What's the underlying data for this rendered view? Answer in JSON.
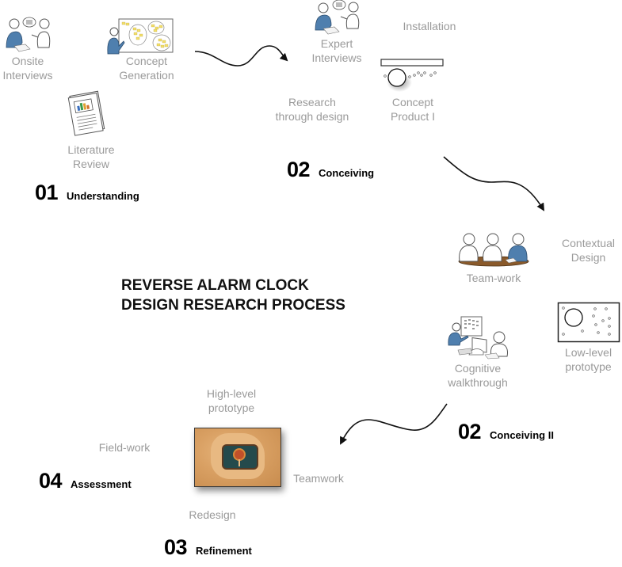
{
  "title": {
    "line1": "REVERSE ALARM CLOCK",
    "line2": "DESIGN RESEARCH PROCESS"
  },
  "stages": [
    {
      "number": "01",
      "name": "Understanding"
    },
    {
      "number": "02",
      "name": "Conceiving"
    },
    {
      "number": "02",
      "name": "Conceiving II"
    },
    {
      "number": "03",
      "name": "Refinement"
    },
    {
      "number": "04",
      "name": "Assessment"
    }
  ],
  "activities": {
    "onsite_interviews": {
      "line1": "Onsite",
      "line2": "Interviews",
      "icon": "interview-icon"
    },
    "concept_generation": {
      "line1": "Concept",
      "line2": "Generation",
      "icon": "whiteboard-icon"
    },
    "literature_review": {
      "line1": "Literature",
      "line2": "Review",
      "icon": "document-icon"
    },
    "expert_interviews": {
      "line1": "Expert",
      "line2": "Interviews",
      "icon": "interview-icon"
    },
    "installation": {
      "line1": "Installation"
    },
    "research_through_design": {
      "line1": "Research",
      "line2": "through design"
    },
    "concept_product": {
      "line1": "Concept",
      "line2": "Product I",
      "icon": "concept-product-icon"
    },
    "team_work": {
      "line1": "Team-work",
      "icon": "team-table-icon"
    },
    "contextual_design": {
      "line1": "Contextual",
      "line2": "Design"
    },
    "cognitive_walkthrough": {
      "line1": "Cognitive",
      "line2": "walkthrough",
      "icon": "walkthrough-icon"
    },
    "low_level_prototype": {
      "line1": "Low-level",
      "line2": "prototype",
      "icon": "low-level-prototype-icon"
    },
    "high_level_prototype": {
      "line1": "High-level",
      "line2": "prototype",
      "icon": "prototype-photo"
    },
    "field_work": {
      "line1": "Field-work"
    },
    "teamwork": {
      "line1": "Teamwork"
    },
    "redesign": {
      "line1": "Redesign"
    }
  },
  "colors": {
    "accent_blue": "#4f7fae",
    "label_gray": "#9a9a9a",
    "stage_text": "#000000",
    "note_yellow": "#f3df6a",
    "table_brown": "#8a5a2b"
  }
}
